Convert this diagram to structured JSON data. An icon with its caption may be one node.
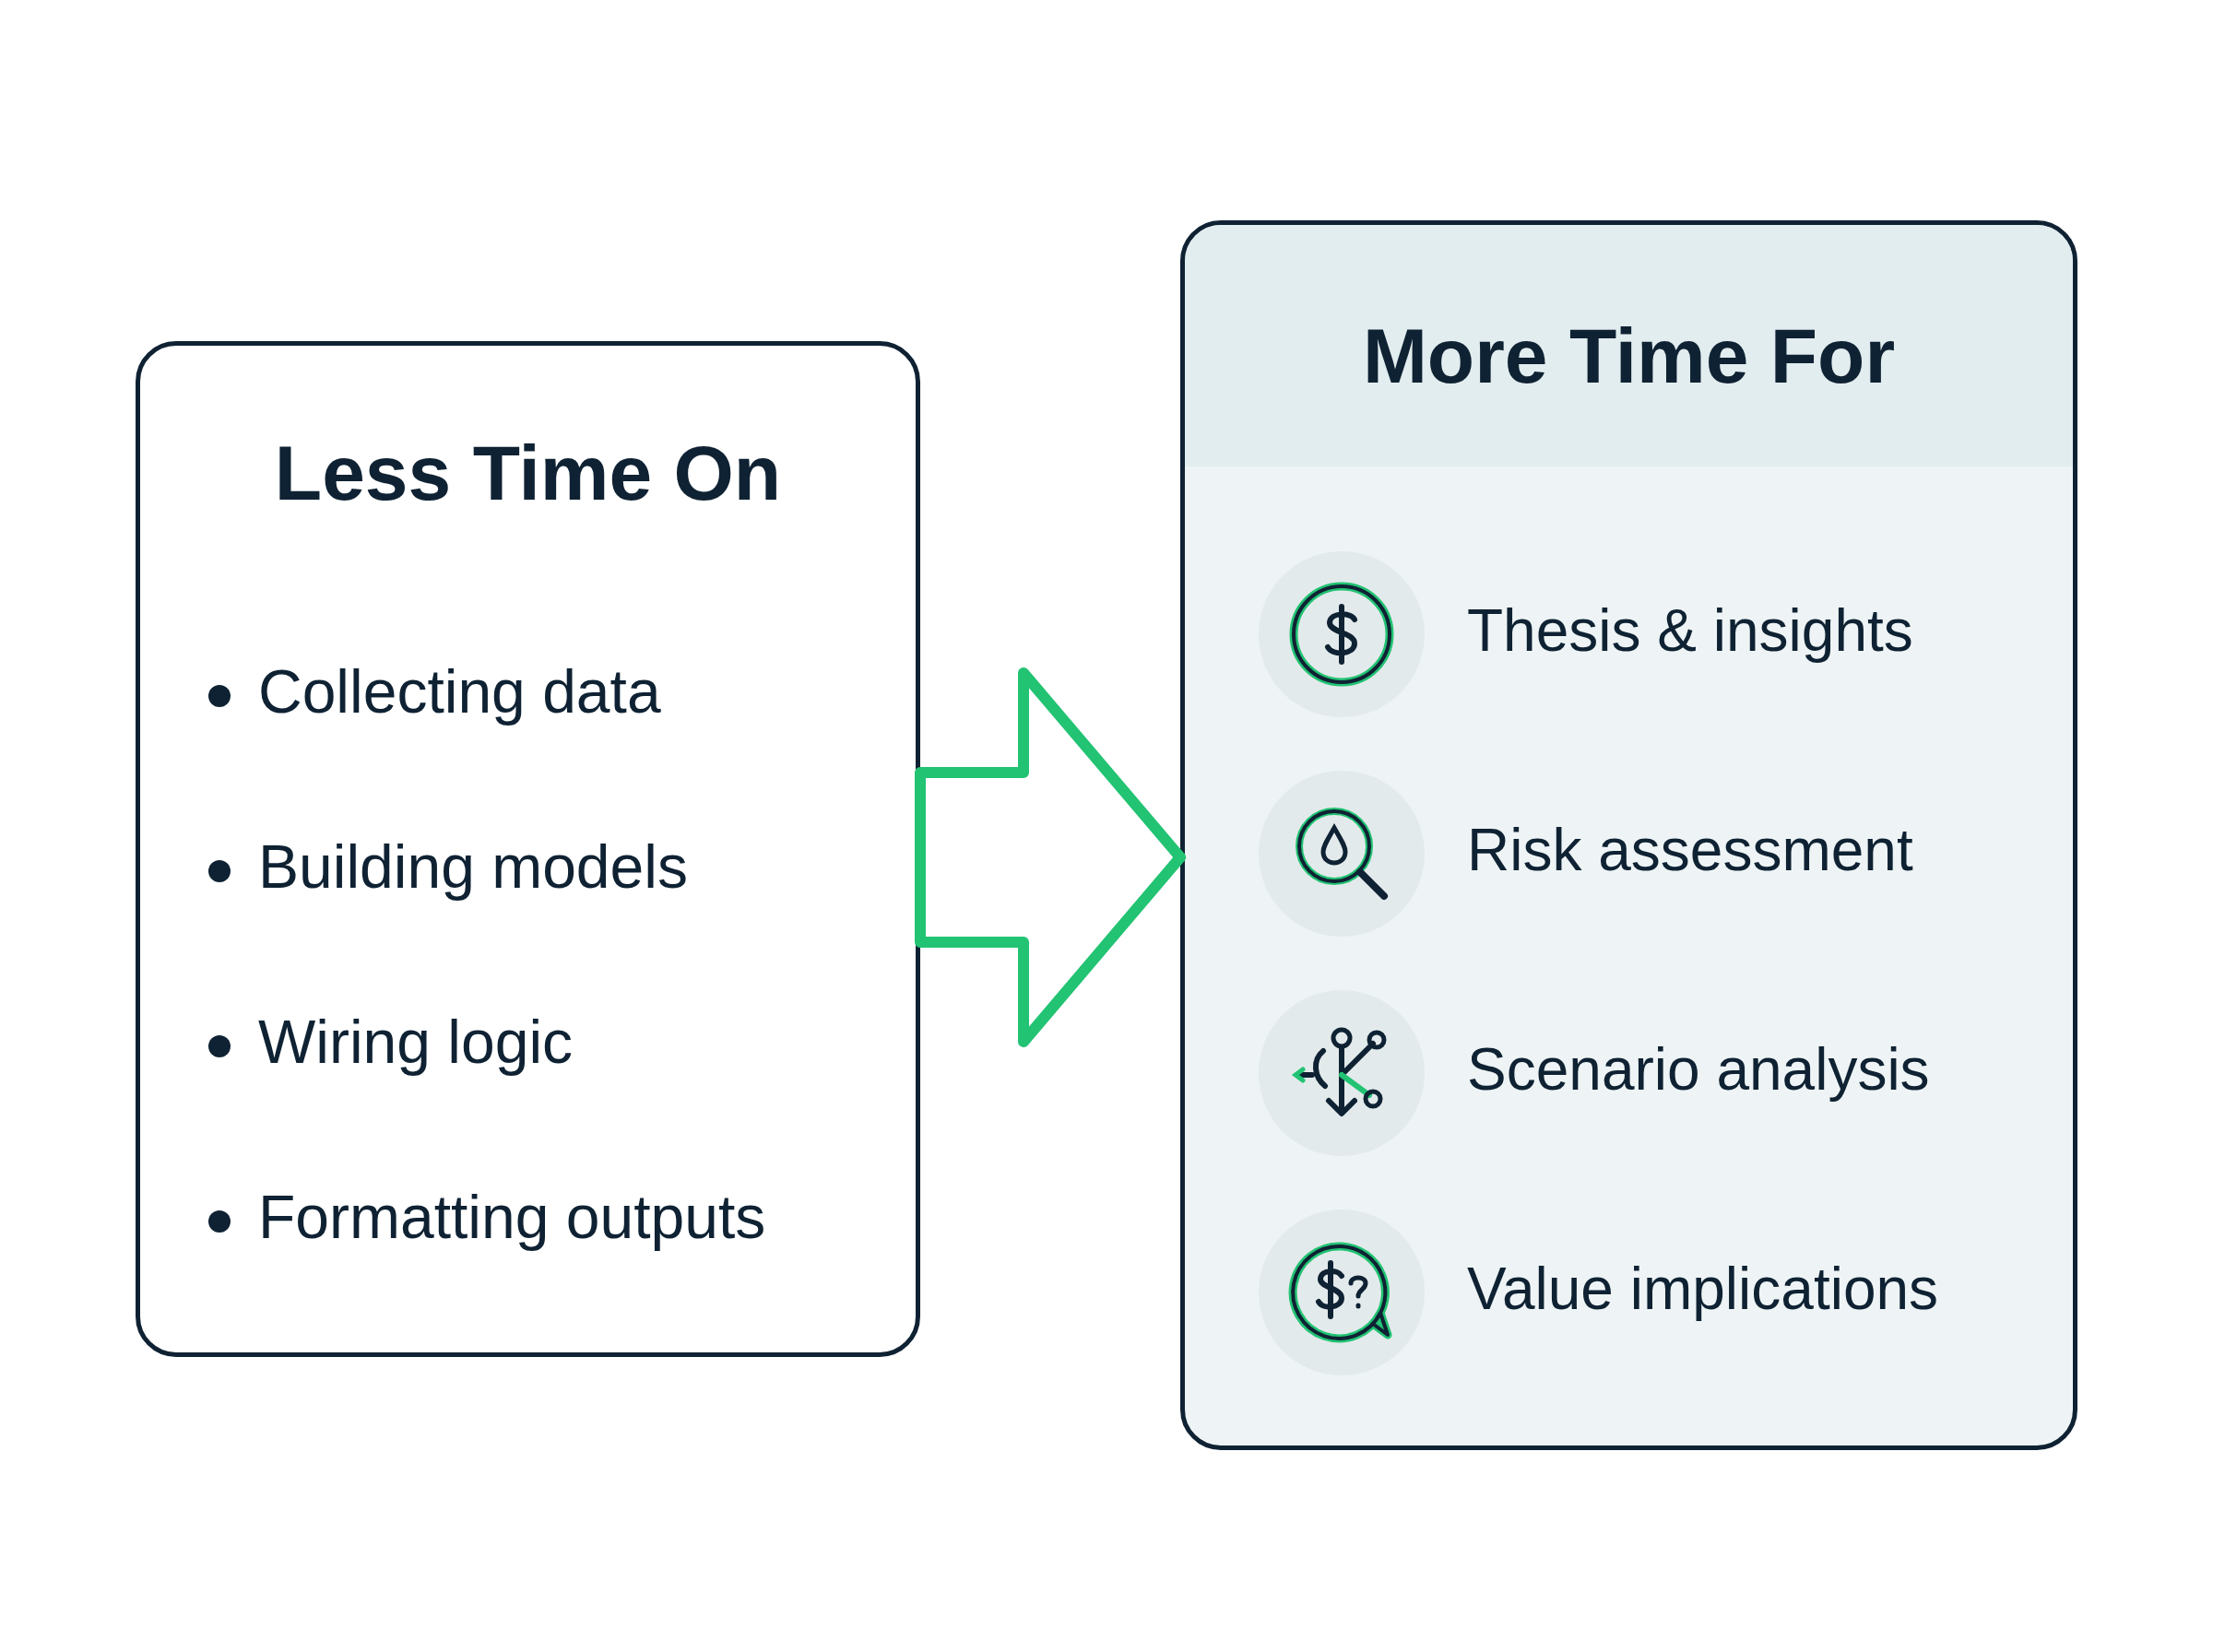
{
  "diagram": {
    "nodes": [
      {
        "text": [
          "Less Time On",
          "Collecting data",
          "Building models",
          "Wiring logic",
          "Formatting outputs"
        ]
      },
      {
        "text": [
          "More Time For",
          "Thesis & insights",
          "Risk assessment",
          "Scenario analysis",
          "Value implications"
        ]
      }
    ],
    "edges": [
      {
        "from": 0,
        "to": 1,
        "arrow": "to"
      }
    ]
  }
}
